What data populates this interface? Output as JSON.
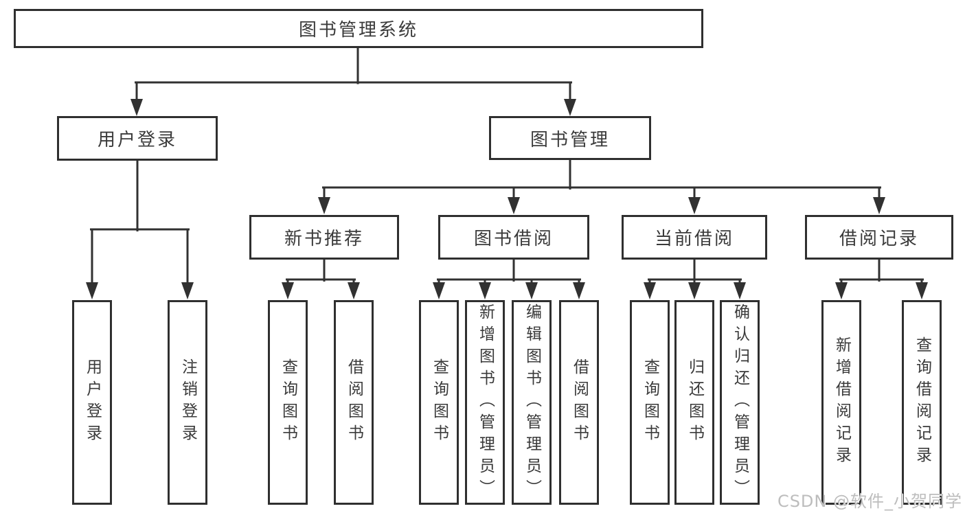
{
  "diagram": {
    "type": "tree",
    "root": {
      "label": "图书管理系统"
    },
    "level2": [
      {
        "label": "用户登录",
        "parent": "图书管理系统"
      },
      {
        "label": "图书管理",
        "parent": "图书管理系统"
      }
    ],
    "level3": [
      {
        "label": "新书推荐",
        "parent": "图书管理"
      },
      {
        "label": "图书借阅",
        "parent": "图书管理"
      },
      {
        "label": "当前借阅",
        "parent": "图书管理"
      },
      {
        "label": "借阅记录",
        "parent": "图书管理"
      }
    ],
    "leaves": [
      {
        "label": "用户登录",
        "parent": "用户登录"
      },
      {
        "label": "注销登录",
        "parent": "用户登录"
      },
      {
        "label": "查询图书",
        "parent": "新书推荐"
      },
      {
        "label": "借阅图书",
        "parent": "新书推荐"
      },
      {
        "label": "查询图书",
        "parent": "图书借阅"
      },
      {
        "label": "新增图书（管理员）",
        "parent": "图书借阅"
      },
      {
        "label": "编辑图书（管理员）",
        "parent": "图书借阅"
      },
      {
        "label": "借阅图书",
        "parent": "图书借阅"
      },
      {
        "label": "查询图书",
        "parent": "当前借阅"
      },
      {
        "label": "归还图书",
        "parent": "当前借阅"
      },
      {
        "label": "确认归还（管理员）",
        "parent": "当前借阅"
      },
      {
        "label": "新增借阅记录",
        "parent": "借阅记录"
      },
      {
        "label": "查询借阅记录",
        "parent": "借阅记录"
      }
    ]
  },
  "watermark": {
    "text": "CSDN @软件_小贺同学"
  },
  "colors": {
    "line": "#313131",
    "border": "#2f2f2f",
    "text": "#3a3a3a",
    "watermark": "#bdbdbd",
    "background": "#ffffff"
  }
}
